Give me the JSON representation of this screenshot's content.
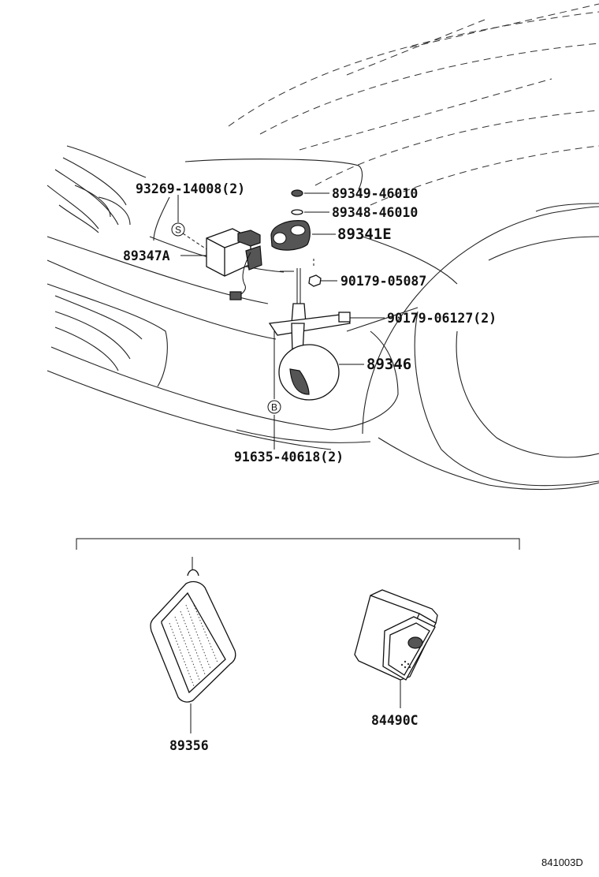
{
  "parts": {
    "screw_93269": "93269-14008(2)",
    "nut_89349": "89349-46010",
    "washer_89348": "89348-46010",
    "bezel_89341E": "89341E",
    "relay_89347A": "89347A",
    "nut_90179_05087": "90179-05087",
    "nut_90179_06127": "90179-06127(2)",
    "sensor_89346": "89346",
    "bolt_91635": "91635-40618(2)",
    "label_89356": "89356",
    "switch_84490C": "84490C"
  },
  "callouts": {
    "s": "S",
    "b": "B"
  },
  "figure_code": "841003D"
}
